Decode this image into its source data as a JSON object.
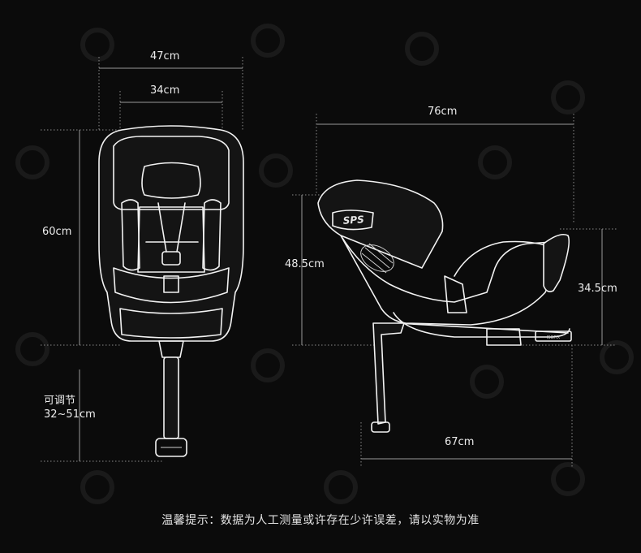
{
  "dimensions": {
    "front_total_width": "47cm",
    "front_inner_width": "34cm",
    "front_height": "60cm",
    "adjustable_title": "可调节",
    "adjustable_range": "32~51cm",
    "side_total_length": "76cm",
    "side_height": "48.5cm",
    "side_rear_height": "34.5cm",
    "side_base_length": "67cm"
  },
  "product": {
    "side_logo": "SPS",
    "isofix_label": "ISOFIX"
  },
  "footer": {
    "note": "温馨提示：数据为人工测量或许存在少许误差，请以实物为准"
  },
  "colors": {
    "background": "#0b0b0b",
    "line": "#f2f2f2",
    "dimension_line": "#8a8a8a"
  }
}
